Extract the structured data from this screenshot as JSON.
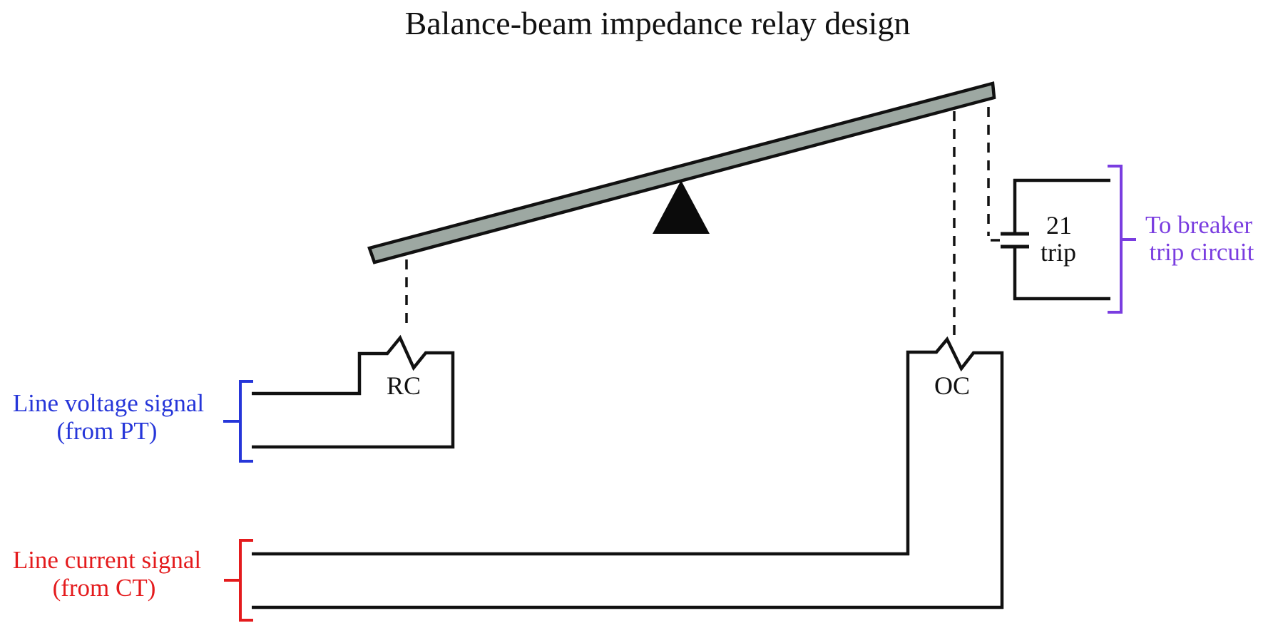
{
  "title": "Balance-beam impedance relay design",
  "colors": {
    "beam_fill": "#9da8a2",
    "line_black": "#111111",
    "voltage_blue": "#2636d9",
    "current_red": "#e41b1d",
    "trip_purple": "#7a3de0"
  },
  "components": {
    "restraint_coil_label": "RC",
    "operating_coil_label": "OC",
    "trip_contact_device_number": "21",
    "trip_contact_word": "trip"
  },
  "annotations": {
    "voltage_source": {
      "line1": "Line voltage signal",
      "line2": "(from PT)"
    },
    "current_source": {
      "line1": "Line current signal",
      "line2": "(from CT)"
    },
    "trip_circuit": {
      "line1": "To breaker",
      "line2": "trip circuit"
    }
  }
}
